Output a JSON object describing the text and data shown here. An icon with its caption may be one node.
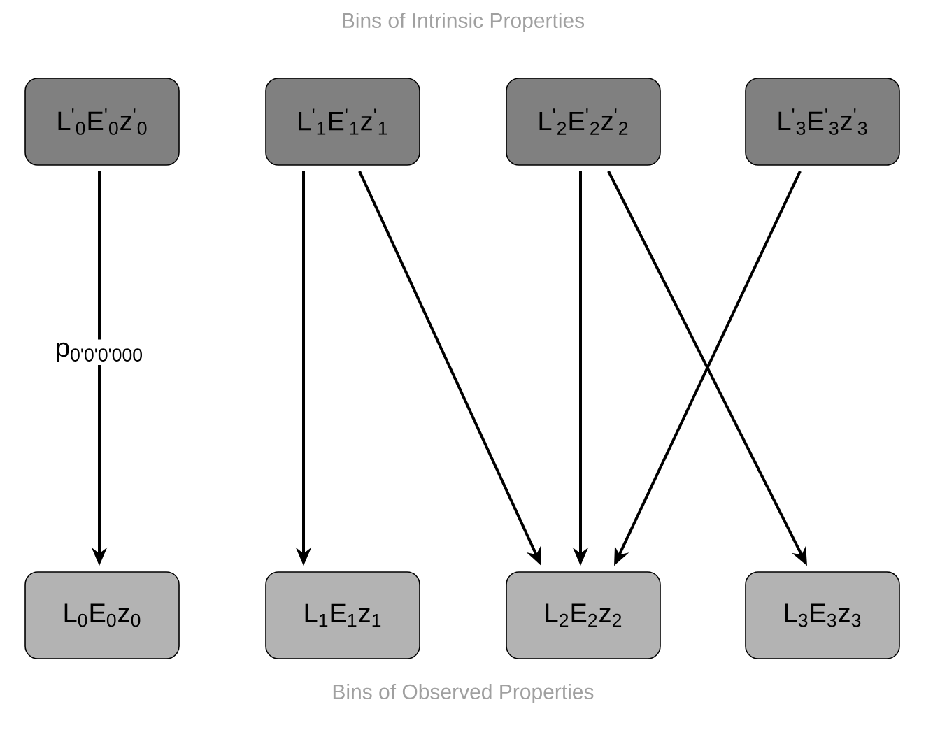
{
  "diagram": {
    "title": "Bins of Intrinsic Properties",
    "caption": "Bins of Observed Properties",
    "nodes": [
      {
        "text": [
          "L$^{'}$$_{0}$E$^{'}$$_{0}$z$^{'}$$_{0}$"
        ]
      },
      {
        "text": [
          "L$^{'}$$_{1}$E$^{'}$$_{1}$z$^{'}$$_{1}$"
        ]
      },
      {
        "text": [
          "L$^{'}$$_{2}$E$^{'}$$_{2}$z$^{'}$$_{2}$"
        ]
      },
      {
        "text": [
          "L$^{'}$$_{3}$E$^{'}$$_{3}$z$^{'}$$_{3}$"
        ]
      },
      {
        "text": [
          "L$_{0}$E$_{0}$z$_{0}$"
        ]
      },
      {
        "text": [
          "L$_{1}$E$_{1}$z$_{1}$"
        ]
      },
      {
        "text": [
          "L$_{2}$E$_{2}$z$_{2}$"
        ]
      },
      {
        "text": [
          "L$_{3}$E$_{3}$z$_{3}$"
        ]
      }
    ],
    "edges": [
      {
        "from": 0,
        "to": 4,
        "arrow": "to",
        "label": "p$_{0'0'0'000}$"
      },
      {
        "from": 1,
        "to": 5,
        "arrow": "to"
      },
      {
        "from": 1,
        "to": 6,
        "arrow": "to"
      },
      {
        "from": 2,
        "to": 6,
        "arrow": "to"
      },
      {
        "from": 2,
        "to": 7,
        "arrow": "to"
      },
      {
        "from": 3,
        "to": 6,
        "arrow": "to"
      }
    ]
  }
}
